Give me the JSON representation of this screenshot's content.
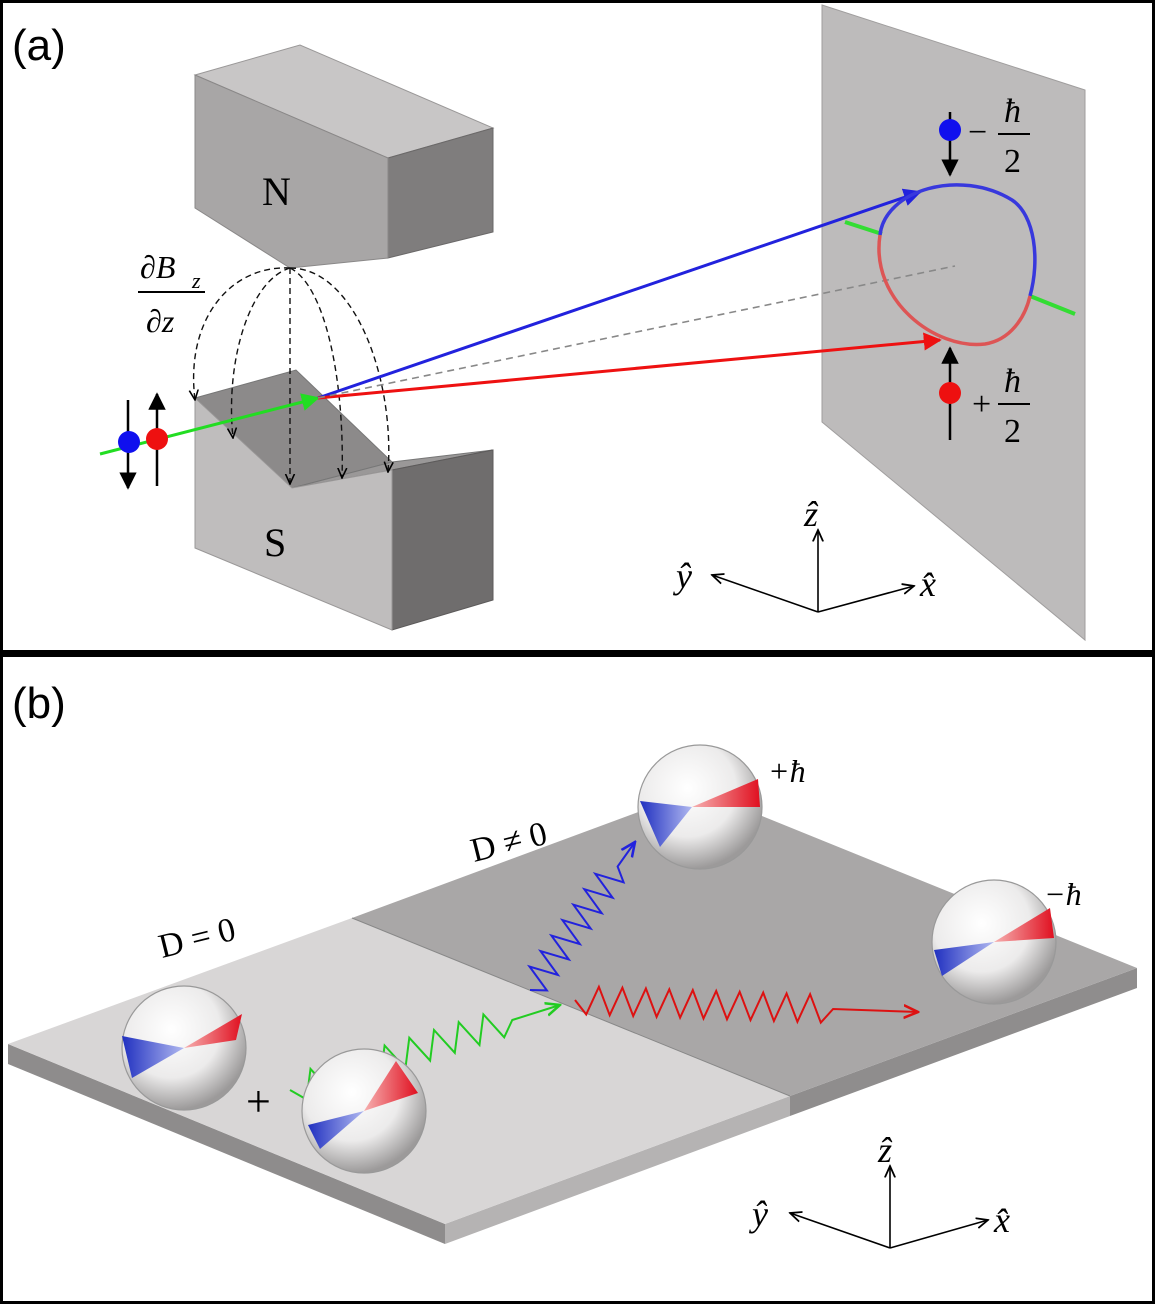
{
  "panel_a": {
    "label": "(a)",
    "magnet_north_label": "N",
    "magnet_south_label": "S",
    "gradient_numerator": "∂B",
    "gradient_subscript": "z",
    "gradient_denominator": "∂z",
    "spin_down_sign": "−",
    "spin_up_sign": "+",
    "hbar": "ħ",
    "half_denominator": "2",
    "axis_z": "ẑ",
    "axis_y": "ŷ",
    "axis_x": "x̂",
    "colors": {
      "magnet_light": "#c8c6c6",
      "magnet_mid": "#a3a1a1",
      "magnet_dark": "#7d7b7b",
      "screen": "#bdbbbb",
      "spin_up_beam": "#2222dd",
      "spin_down_beam": "#ee1111",
      "incoming_beam": "#22dd22"
    }
  },
  "panel_b": {
    "label": "(b)",
    "region_left_label": "D = 0",
    "region_right_label": "D ≠ 0",
    "plus_sign": "+",
    "plus_hbar": "+ħ",
    "minus_hbar": "−ħ",
    "axis_z": "ẑ",
    "axis_y": "ŷ",
    "axis_x": "x̂",
    "colors": {
      "slab_light": "#d6d4d4",
      "slab_dark": "#a8a6a6",
      "wave_green": "#22dd22",
      "wave_blue": "#2222dd",
      "wave_red": "#dd1111"
    }
  }
}
